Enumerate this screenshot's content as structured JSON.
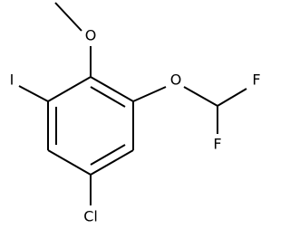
{
  "molecule": {
    "atoms": {
      "oxygen_methoxy": "O",
      "oxygen_difluoromethoxy": "O",
      "iodine": "I",
      "fluorine_top": "F",
      "fluorine_bottom": "F",
      "chlorine": "Cl"
    }
  }
}
